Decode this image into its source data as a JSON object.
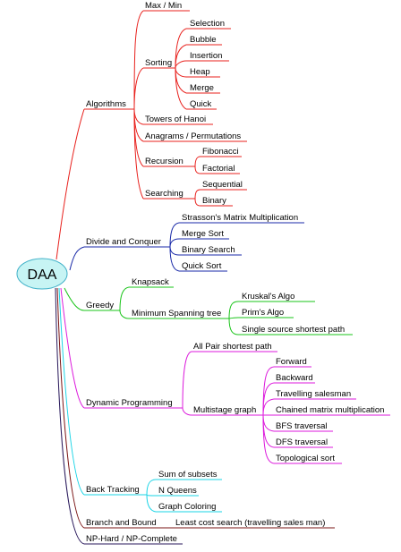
{
  "root": "DAA",
  "colors": {
    "algorithms": "#e8211d",
    "divide": "#1a2aa8",
    "greedy": "#19c419",
    "dynamic": "#dc1adc",
    "backtracking": "#1ad4e6",
    "branch": "#7a1414",
    "nphard": "#2a1a5c",
    "root_fill": "#c7f4f4",
    "root_stroke": "#3fb0c8"
  },
  "branches": {
    "algorithms": {
      "label": "Algorithms",
      "children": {
        "maxmin": "Max / Min",
        "sorting": {
          "label": "Sorting",
          "children": [
            "Selection",
            "Bubble",
            "Insertion",
            "Heap",
            "Merge",
            "Quick"
          ]
        },
        "hanoi": "Towers of Hanoi",
        "anagrams": "Anagrams / Permutations",
        "recursion": {
          "label": "Recursion",
          "children": [
            "Fibonacci",
            "Factorial"
          ]
        },
        "searching": {
          "label": "Searching",
          "children": [
            "Sequential",
            "Binary"
          ]
        }
      }
    },
    "divide": {
      "label": "Divide and Conquer",
      "children": [
        "Strasson's Matrix Multiplication",
        "Merge Sort",
        "Binary Search",
        "Quick Sort"
      ]
    },
    "greedy": {
      "label": "Greedy",
      "children": {
        "knapsack": "Knapsack",
        "mst": {
          "label": "Minimum Spanning tree",
          "children": [
            "Kruskal's Algo",
            "Prim's Algo",
            "Single source shortest path"
          ]
        }
      }
    },
    "dynamic": {
      "label": "Dynamic Programming",
      "children": {
        "allpair": "All Pair shortest path",
        "multistage": {
          "label": "Multistage graph",
          "children": [
            "Forward",
            "Backward",
            "Travelling salesman",
            "Chained matrix multiplication",
            "BFS traversal",
            "DFS traversal",
            "Topological sort"
          ]
        }
      }
    },
    "backtracking": {
      "label": "Back Tracking",
      "children": [
        "Sum of subsets",
        "N Queens",
        "Graph Coloring"
      ]
    },
    "branch": {
      "label": "Branch and Bound",
      "children": [
        "Least cost search (travelling sales man)"
      ]
    },
    "nphard": {
      "label": "NP-Hard / NP-Complete"
    }
  }
}
